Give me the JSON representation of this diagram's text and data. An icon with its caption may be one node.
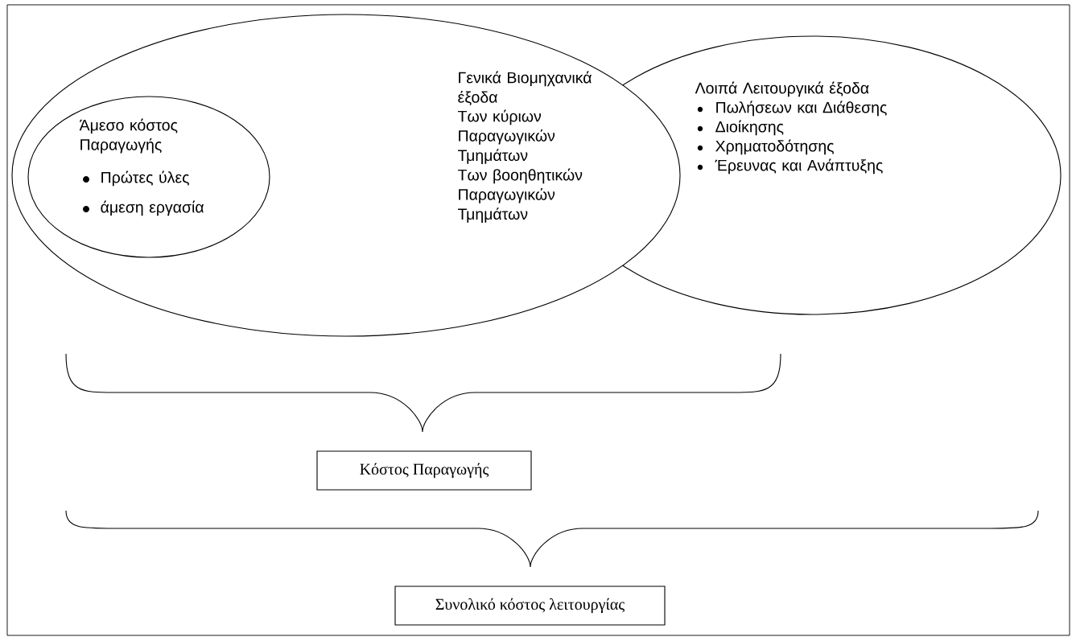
{
  "diagram": {
    "nodes": [
      {
        "text": [
          "Γενικά Βιομηχανικά έξοδα",
          "Των κύριων Παραγωγικών Τμημάτων",
          "Των βοοηθητικών Παραγωγικών Τμημάτων"
        ]
      },
      {
        "text": [
          "Άμεσο κόστος Παραγωγής",
          "Πρώτες ύλες",
          "άμεση εργασία"
        ],
        "in": 0
      },
      {
        "text": [
          "Λοιπά Λειτουργικά έξοδα",
          "Πωλήσεων και Διάθεσης",
          "Διοίκησης",
          "Χρηματοδότησης",
          "Έρευνας και Ανάπτυξης"
        ]
      },
      {
        "text": [
          "Κόστος Παραγωγής"
        ]
      },
      {
        "text": [
          "Συνολικό κόστος λειτουργίας"
        ]
      }
    ]
  }
}
